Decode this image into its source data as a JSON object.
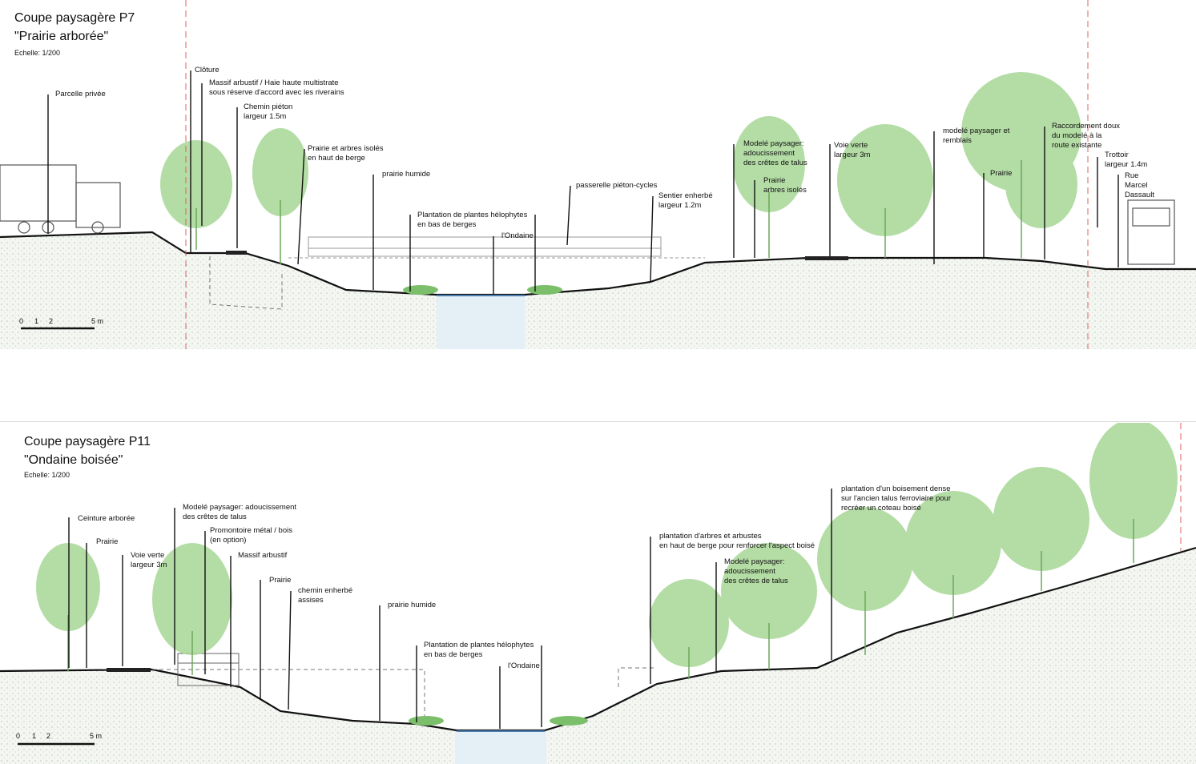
{
  "p7": {
    "title": "Coupe paysagère P7",
    "subtitle": "\"Prairie arborée\"",
    "scale_text": "Echelle: 1/200",
    "scalebar": [
      "0",
      "1",
      "2",
      "5 m"
    ],
    "labels": {
      "parcelle": "Parcelle privée",
      "cloture": "Clôture",
      "massif_1": "Massif arbustif / Haie haute multistrate",
      "massif_2": "sous réserve d'accord avec les riverains",
      "chemin_1": "Chemin piéton",
      "chemin_2": "largeur 1.5m",
      "prairie_arbres_1": "Prairie et arbres isolés",
      "prairie_arbres_2": "en haut de berge",
      "prairie_humide": "prairie humide",
      "plantation_1": "Plantation de plantes hélophytes",
      "plantation_2": "en bas de berges",
      "ondaine": "l'Ondaine",
      "passerelle": "passerelle piéton-cycles",
      "sentier_1": "Sentier enherbé",
      "sentier_2": "largeur 1.2m",
      "modele_1": "Modelé paysager:",
      "modele_2": "adoucissement",
      "modele_3": "des crêtes de talus",
      "prairie_isoles_1": "Prairie",
      "prairie_isoles_2": "arbres isolés",
      "voie_1": "Voie verte",
      "voie_2": "largeur 3m",
      "remblais_1": "modelé paysager et",
      "remblais_2": "remblais",
      "prairie": "Prairie",
      "raccord_1": "Raccordement doux",
      "raccord_2": "du modelé à la",
      "raccord_3": "route existante",
      "trottoir_1": "Trottoir",
      "trottoir_2": "largeur 1.4m",
      "rue_1": "Rue",
      "rue_2": "Marcel",
      "rue_3": "Dassault"
    }
  },
  "p11": {
    "title": "Coupe paysagère P11",
    "subtitle": "\"Ondaine boisée\"",
    "scale_text": "Echelle: 1/200",
    "scalebar": [
      "0",
      "1",
      "2",
      "5 m"
    ],
    "labels": {
      "ceinture": "Ceinture arborée",
      "prairie_a": "Prairie",
      "voie_1": "Voie verte",
      "voie_2": "largeur 3m",
      "modele_1": "Modelé paysager: adoucissement",
      "modele_2": "des crêtes de talus",
      "promontoire_1": "Promontoire métal / bois",
      "promontoire_2": "(en option)",
      "massif": "Massif arbustif",
      "prairie_b": "Prairie",
      "chemin_1": "chemin enherbé",
      "chemin_2": "assises",
      "prairie_humide": "prairie humide",
      "plantation_1": "Plantation de plantes hélophytes",
      "plantation_2": "en bas de berges",
      "ondaine": "l'Ondaine",
      "arbres_1": "plantation d'arbres et arbustes",
      "arbres_2": "en haut de berge pour renforcer l'aspect boisé",
      "modele2_1": "Modelé paysager:",
      "modele2_2": "adoucissement",
      "modele2_3": "des crêtes de talus",
      "boisement_1": "plantation d'un boisement dense",
      "boisement_2": "sur l'ancien talus ferroviaire pour",
      "boisement_3": "recréer un coteau boisé"
    }
  },
  "colors": {
    "ground_line": "#111111",
    "soil_fill": "#f3f5f1",
    "tree_green": "#8ccf7a",
    "tree_dark": "#5caa4a",
    "water": "#cfe6f2",
    "frame_red": "#e06060"
  }
}
